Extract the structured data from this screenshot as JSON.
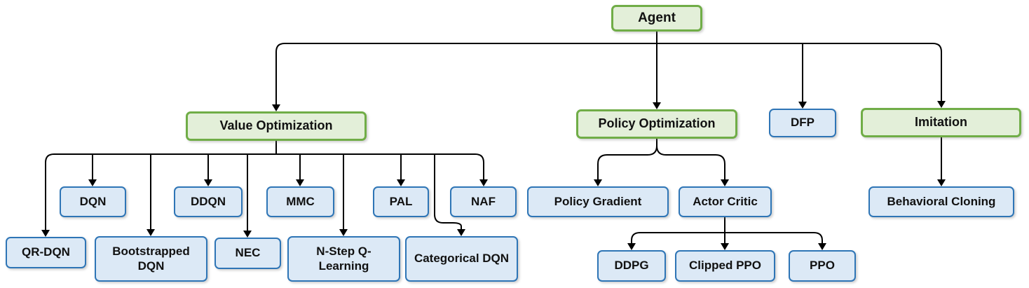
{
  "diagram": {
    "colors": {
      "green_fill": "#E3EFD9",
      "green_border": "#70AD47",
      "blue_fill": "#DCE9F6",
      "blue_border": "#2E75B6",
      "edge": "#000000",
      "text": "#111111"
    },
    "nodes": {
      "agent": {
        "label": "Agent",
        "type": "green"
      },
      "value_optimization": {
        "label": "Value Optimization",
        "type": "green"
      },
      "policy_optimization": {
        "label": "Policy Optimization",
        "type": "green"
      },
      "dfp": {
        "label": "DFP",
        "type": "blue"
      },
      "imitation": {
        "label": "Imitation",
        "type": "green"
      },
      "dqn": {
        "label": "DQN",
        "type": "blue"
      },
      "ddqn": {
        "label": "DDQN",
        "type": "blue"
      },
      "mmc": {
        "label": "MMC",
        "type": "blue"
      },
      "pal": {
        "label": "PAL",
        "type": "blue"
      },
      "naf": {
        "label": "NAF",
        "type": "blue"
      },
      "qr_dqn": {
        "label": "QR-DQN",
        "type": "blue"
      },
      "bootstrapped_dqn": {
        "label": "Bootstrapped DQN",
        "type": "blue"
      },
      "nec": {
        "label": "NEC",
        "type": "blue"
      },
      "n_step_q_learning": {
        "label": "N-Step Q-Learning",
        "type": "blue"
      },
      "categorical_dqn": {
        "label": "Categorical DQN",
        "type": "blue"
      },
      "policy_gradient": {
        "label": "Policy Gradient",
        "type": "blue"
      },
      "actor_critic": {
        "label": "Actor Critic",
        "type": "blue"
      },
      "ddpg": {
        "label": "DDPG",
        "type": "blue"
      },
      "clipped_ppo": {
        "label": "Clipped PPO",
        "type": "blue"
      },
      "ppo": {
        "label": "PPO",
        "type": "blue"
      },
      "behavioral_cloning": {
        "label": "Behavioral Cloning",
        "type": "blue"
      }
    },
    "edges": [
      {
        "from": "agent",
        "to": "value_optimization"
      },
      {
        "from": "agent",
        "to": "policy_optimization"
      },
      {
        "from": "agent",
        "to": "dfp"
      },
      {
        "from": "agent",
        "to": "imitation"
      },
      {
        "from": "value_optimization",
        "to": "dqn"
      },
      {
        "from": "value_optimization",
        "to": "ddqn"
      },
      {
        "from": "value_optimization",
        "to": "mmc"
      },
      {
        "from": "value_optimization",
        "to": "pal"
      },
      {
        "from": "value_optimization",
        "to": "naf"
      },
      {
        "from": "value_optimization",
        "to": "qr_dqn"
      },
      {
        "from": "value_optimization",
        "to": "bootstrapped_dqn"
      },
      {
        "from": "value_optimization",
        "to": "nec"
      },
      {
        "from": "value_optimization",
        "to": "n_step_q_learning"
      },
      {
        "from": "value_optimization",
        "to": "categorical_dqn"
      },
      {
        "from": "policy_optimization",
        "to": "policy_gradient"
      },
      {
        "from": "policy_optimization",
        "to": "actor_critic"
      },
      {
        "from": "actor_critic",
        "to": "ddpg"
      },
      {
        "from": "actor_critic",
        "to": "clipped_ppo"
      },
      {
        "from": "actor_critic",
        "to": "ppo"
      },
      {
        "from": "imitation",
        "to": "behavioral_cloning"
      }
    ]
  }
}
